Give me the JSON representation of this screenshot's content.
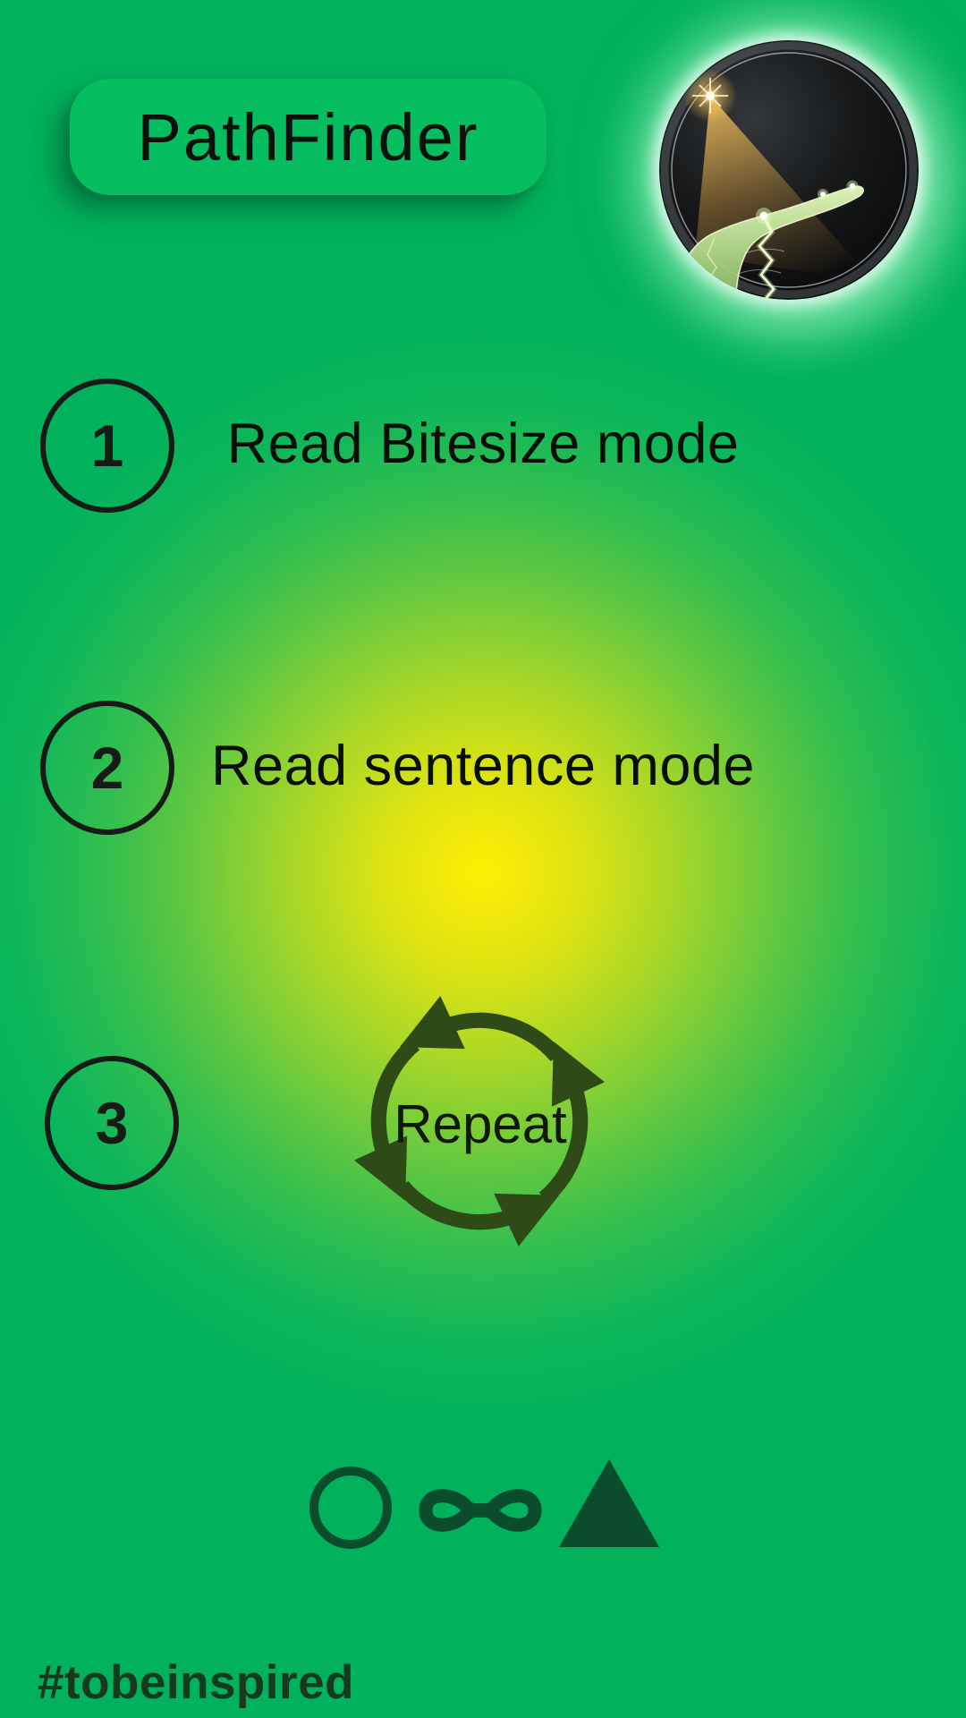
{
  "app": {
    "title": "PathFinder",
    "hashtag": "#tobeinspired"
  },
  "steps": [
    {
      "number": "1",
      "label": "Read Bitesize mode"
    },
    {
      "number": "2",
      "label": "Read sentence mode"
    },
    {
      "number": "3",
      "label": "Repeat"
    }
  ],
  "footer": {
    "icons": [
      {
        "name": "circle-icon"
      },
      {
        "name": "infinity-icon"
      },
      {
        "name": "triangle-icon"
      }
    ]
  },
  "colors": {
    "background_green": "#01b15c",
    "glow_yellow": "#f9ef04",
    "icon_dark_green": "#0a4c2b",
    "arrow_olive_green": "#2e4a17",
    "text_dark": "#0a0f0a"
  }
}
